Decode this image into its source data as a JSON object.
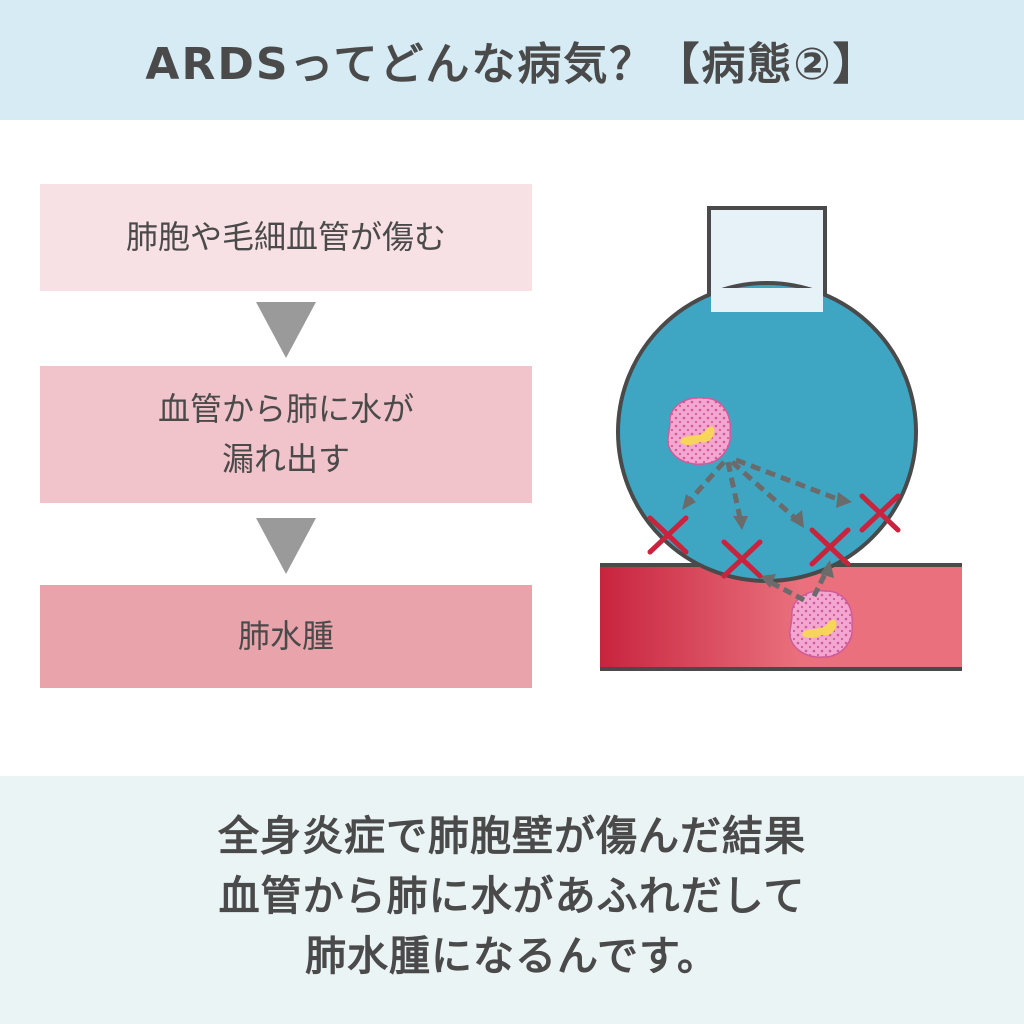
{
  "title": "ARDSってどんな病気？【病態②】",
  "flow": {
    "steps": [
      "肺胞や毛細血管が傷む",
      "血管から肺に水が漏れ出す",
      "肺水腫"
    ],
    "step2_lines": [
      "血管から肺に水が",
      "漏れ出す"
    ]
  },
  "conclusion": {
    "lines": [
      "全身炎症で肺胞壁が傷んだ結果",
      "血管から肺に水があふれだして",
      "肺水腫になるんです。"
    ]
  },
  "illustration": {
    "icons": [
      "alveolus-icon",
      "blood-vessel-icon",
      "immune-cell-icon",
      "damage-cross-icon",
      "dashed-arrow-icon"
    ]
  },
  "colors": {
    "header_bg": "#d6ebf3",
    "footer_bg": "#ebf4f5",
    "step1_bg": "#f8e1e4",
    "step2_bg": "#f0c4ca",
    "step3_bg": "#e9a3aa",
    "arrow": "#9a9a9a",
    "alveolus": "#3ea6c3",
    "vessel_dark": "#c8243e",
    "vessel_light": "#e9707c",
    "cross": "#c8243e"
  }
}
